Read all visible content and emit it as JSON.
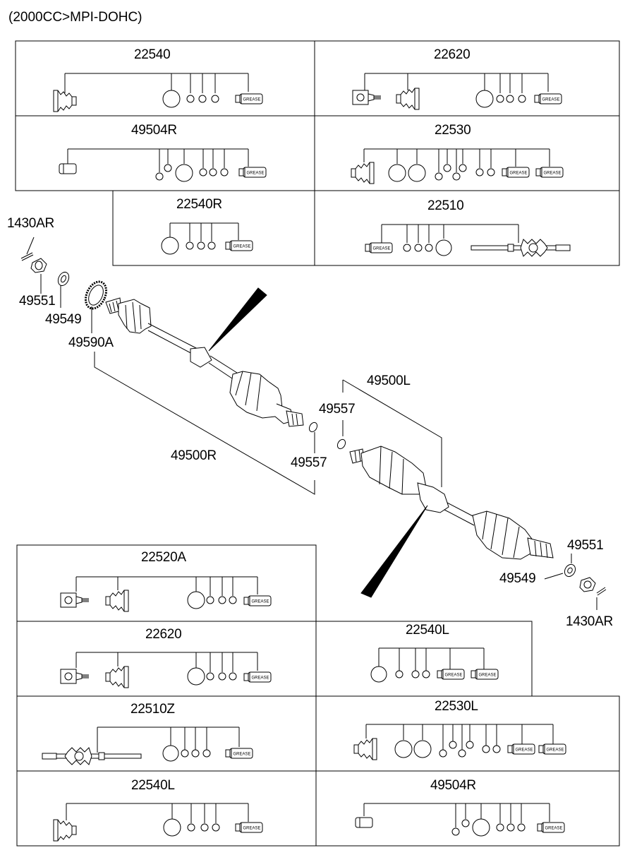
{
  "header": "(2000CC>MPI-DOHC)",
  "grease_text": "GREASE",
  "kits": {
    "k22540_top": "22540",
    "k22620_top": "22620",
    "k49504R_top": "49504R",
    "k22530": "22530",
    "k22540R": "22540R",
    "k22510": "22510",
    "k22520A": "22520A",
    "k22620_bot": "22620",
    "k22540L_mid": "22540L",
    "k22510Z": "22510Z",
    "k22530L": "22530L",
    "k22540L_bot": "22540L",
    "k49504R_bot": "49504R"
  },
  "callouts": {
    "c1430AR_left": "1430AR",
    "c49551_left": "49551",
    "c49549_left": "49549",
    "c49590A": "49590A",
    "c49500R": "49500R",
    "c49557_upper": "49557",
    "c49557_lower": "49557",
    "c49500L": "49500L",
    "c49551_right": "49551",
    "c49549_right": "49549",
    "c1430AR_right": "1430AR"
  }
}
